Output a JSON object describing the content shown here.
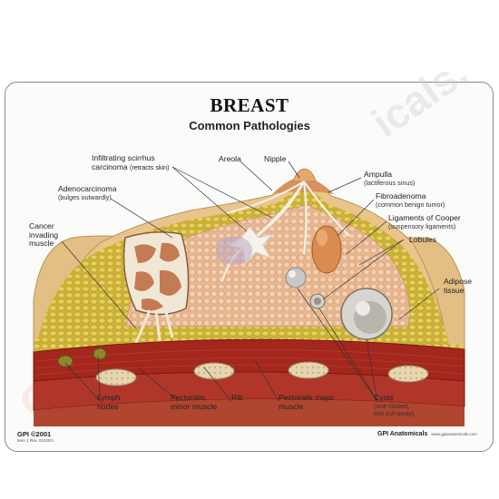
{
  "header": {
    "title": "BREAST",
    "subtitle": "Common Pathologies"
  },
  "watermark": {
    "left_text": "GPI",
    "right_text": "icals."
  },
  "labels": {
    "infiltrating": {
      "main": "Infiltrating scirrhus",
      "line2": "carcinoma",
      "note": "(retracts skin)"
    },
    "areola": "Areola",
    "nipple": "Nipple",
    "ampulla": {
      "main": "Ampulla",
      "note": "(lactiferous sinus)"
    },
    "fibroadenoma": {
      "main": "Fibroadenoma",
      "note": "(common benign tumor)"
    },
    "cooper": {
      "main": "Ligaments of Cooper",
      "note": "(suspensory ligaments)"
    },
    "lobules": "Lobules",
    "adipose": {
      "line1": "Adipose",
      "line2": "tissue"
    },
    "adenocarcinoma": {
      "main": "Adenocarcinoma",
      "note": "(bulges outwardly)"
    },
    "cancer_muscle": {
      "line1": "Cancer",
      "line2": "invading",
      "line3": "muscle"
    },
    "lymph": {
      "line1": "Lymph",
      "line2": "nodes"
    },
    "pec_minor": {
      "line1": "Pectoralis",
      "line2": "minor muscle"
    },
    "rib": "Rib",
    "pec_major": {
      "line1": "Pectoralis major",
      "line2": "muscle"
    },
    "cysts": {
      "main": "Cysts",
      "note1": "(one closed,",
      "note2": "two cut-away)"
    }
  },
  "footer": {
    "copyright": "GPI ©2001",
    "catalog": "Item 1  Rev. 01/2001",
    "brand": "GPI Anatomicals",
    "url": "www.gpianatomicals.com"
  },
  "colors": {
    "skin": "#e9c58c",
    "gland": "#efc6a4",
    "fat": "#d7c23a",
    "muscle": "#a3271d",
    "rib": "#e8d8b6"
  }
}
